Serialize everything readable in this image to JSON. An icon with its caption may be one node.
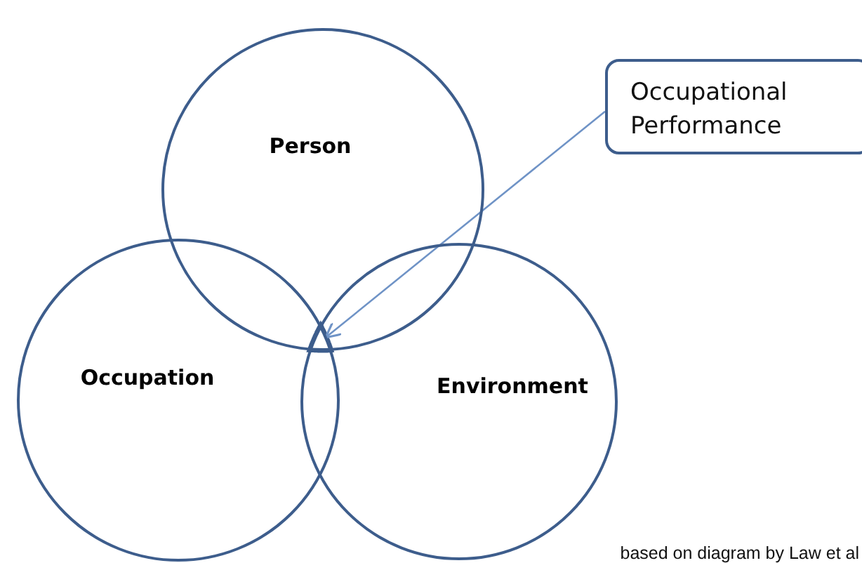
{
  "diagram": {
    "caption": "based on diagram by Law et al",
    "nodes": [
      {
        "text": [
          "Person"
        ]
      },
      {
        "text": [
          "Occupation"
        ]
      },
      {
        "text": [
          "Environment"
        ]
      },
      {
        "text": [
          "Occupational Performance"
        ]
      },
      {
        "text": [],
        "shape": "region"
      }
    ],
    "edges": [
      {
        "from": 3,
        "to": 4,
        "arrow": "to"
      }
    ]
  }
}
